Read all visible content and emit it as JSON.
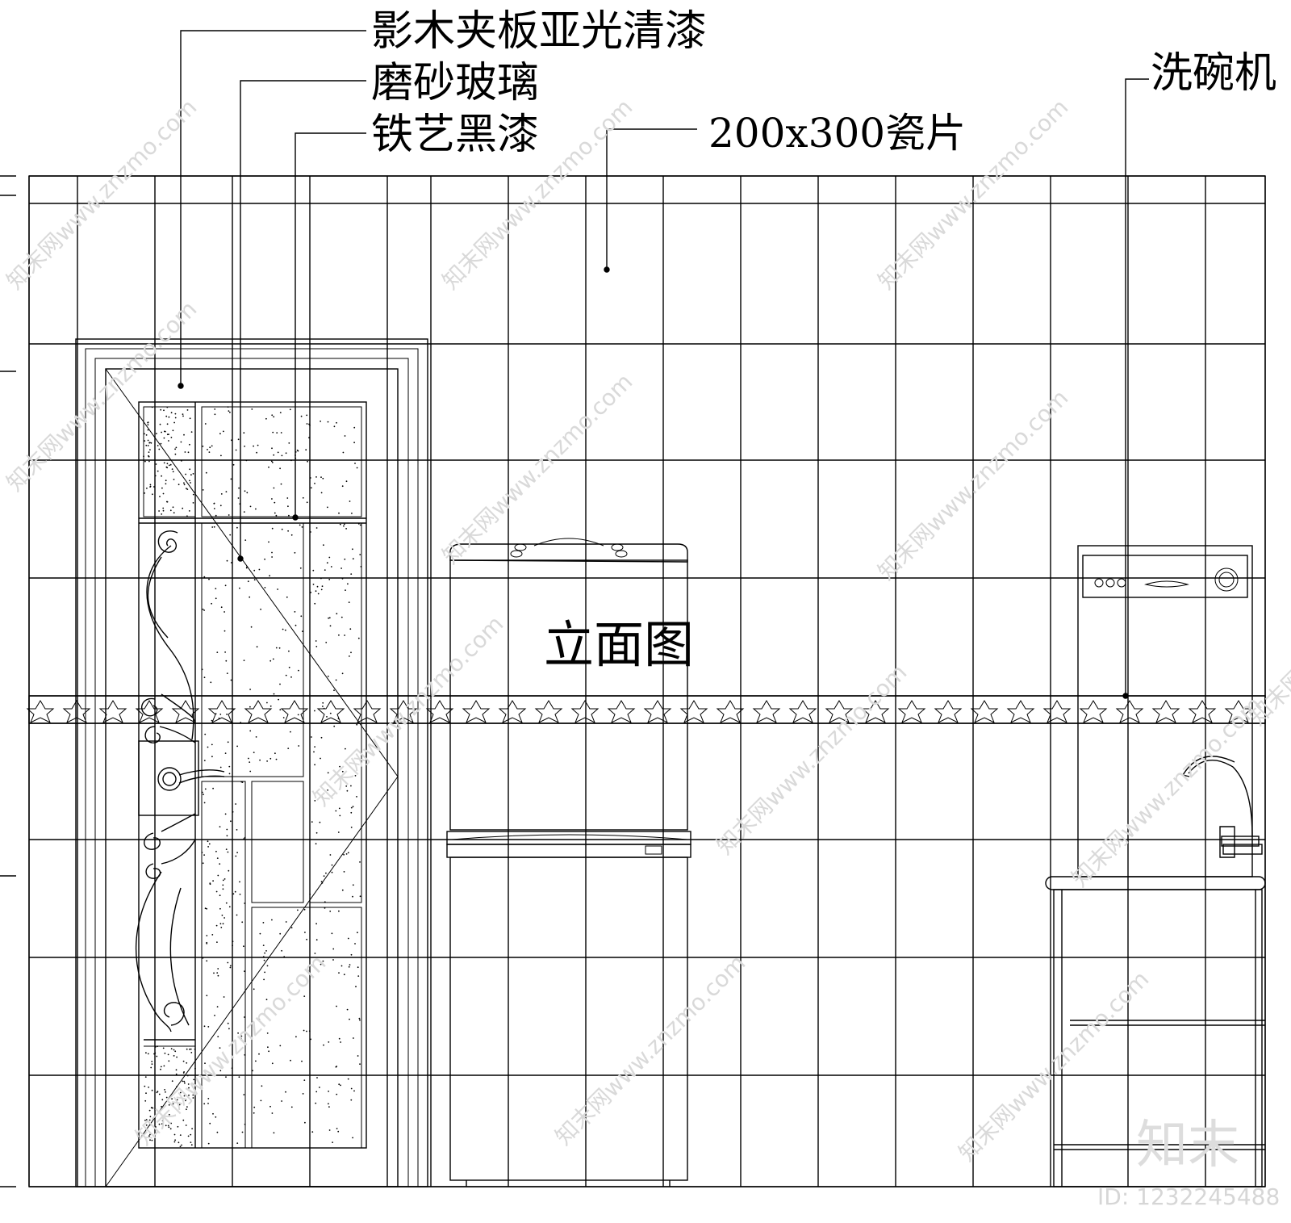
{
  "labels": {
    "veneer": "影木夹板亚光清漆",
    "frosted_glass": "磨砂玻璃",
    "iron_black": "铁艺黑漆",
    "tile": "200x300瓷片",
    "dishwasher": "洗碗机",
    "title": "立面图"
  },
  "watermark": {
    "text": "知末网www.znzmo.com",
    "logo": "知末",
    "id": "ID: 1232245488"
  }
}
